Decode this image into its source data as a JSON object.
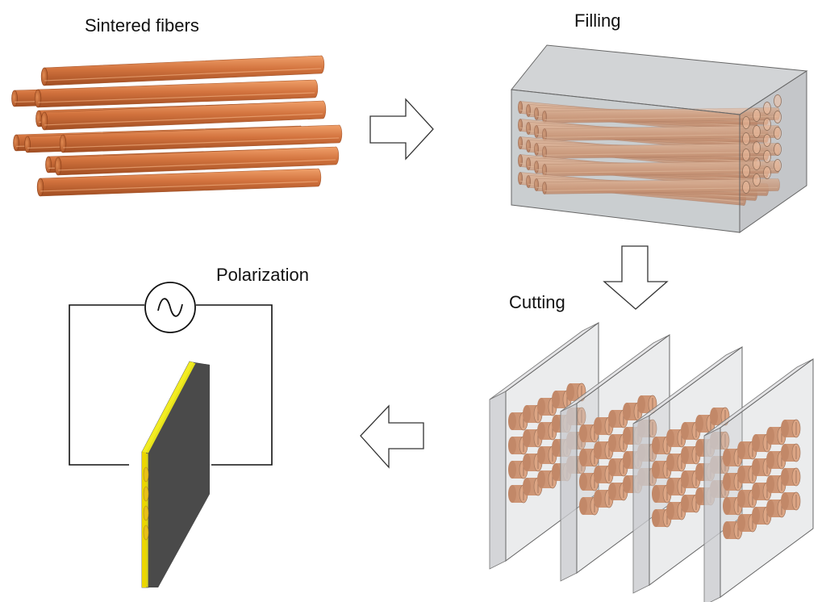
{
  "steps": {
    "sintered": "Sintered fibers",
    "filling": "Filling",
    "cutting": "Cutting",
    "polarization": "Polarization"
  },
  "colors": {
    "fiber": "#d2733e",
    "fiber_dark": "#a44f22",
    "fiber_light": "#ef9a62",
    "matrix_glass": "#c4c6c9",
    "electrode_yellow": "#ece60a",
    "electrode_dark": "#3a3a3a"
  },
  "icons": {
    "arrow_right": "hollow-arrow-right-icon",
    "arrow_down": "hollow-arrow-down-icon",
    "arrow_left": "hollow-arrow-left-icon",
    "ac_source": "ac-source-icon"
  }
}
